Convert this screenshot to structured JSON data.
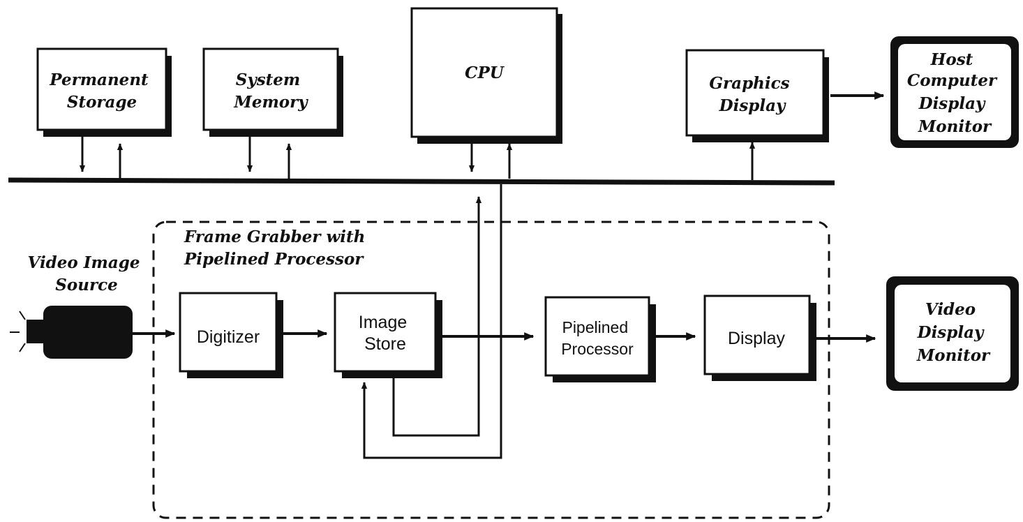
{
  "diagram": {
    "blocks": {
      "permanent_storage": [
        "Permanent",
        "Storage"
      ],
      "system_memory": [
        "System",
        "Memory"
      ],
      "cpu": [
        "CPU"
      ],
      "graphics_display": [
        "Graphics",
        "Display"
      ],
      "host_monitor": [
        "Host",
        "Computer",
        "Display",
        "Monitor"
      ],
      "digitizer": [
        "Digitizer"
      ],
      "image_store": [
        "Image",
        "Store"
      ],
      "pipelined_processor": [
        "Pipelined",
        "Processor"
      ],
      "display": [
        "Display"
      ],
      "video_monitor": [
        "Video",
        "Display",
        "Monitor"
      ]
    },
    "labels": {
      "video_source": [
        "Video Image",
        "Source"
      ],
      "frame_grabber": [
        "Frame Grabber  with",
        "Pipelined Processor"
      ]
    },
    "colors": {
      "ink": "#111111",
      "paper": "#ffffff"
    }
  }
}
